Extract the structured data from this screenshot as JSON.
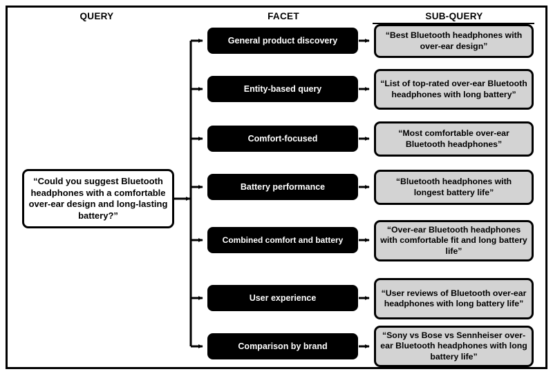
{
  "headers": {
    "query": "QUERY",
    "facet": "FACET",
    "subquery": "SUB-QUERY"
  },
  "query": {
    "text": "“Could you suggest Bluetooth headphones with a comfortable over-ear design and long-lasting battery?”"
  },
  "colors": {
    "facet_bg": "#000000",
    "facet_text": "#ffffff",
    "subquery_bg": "#d3d3d3",
    "border": "#000000",
    "page_bg": "#ffffff"
  },
  "rows": [
    {
      "facet": "General product discovery",
      "subquery": "“Best Bluetooth headphones with over-ear design”"
    },
    {
      "facet": "Entity-based query",
      "subquery": "“List of top-rated over-ear Bluetooth headphones with long battery”"
    },
    {
      "facet": "Comfort-focused",
      "subquery": "“Most comfortable over-ear Bluetooth headphones”"
    },
    {
      "facet": "Battery performance",
      "subquery": "“Bluetooth headphones with longest battery life”"
    },
    {
      "facet": "Combined comfort and battery",
      "subquery": "“Over-ear Bluetooth headphones with comfortable fit and long battery life”"
    },
    {
      "facet": "User experience",
      "subquery": "“User reviews of Bluetooth over-ear headphones with long battery life”"
    },
    {
      "facet": "Comparison by brand",
      "subquery": "“Sony vs Bose vs Sennheiser over-ear Bluetooth headphones with long battery life”"
    }
  ]
}
